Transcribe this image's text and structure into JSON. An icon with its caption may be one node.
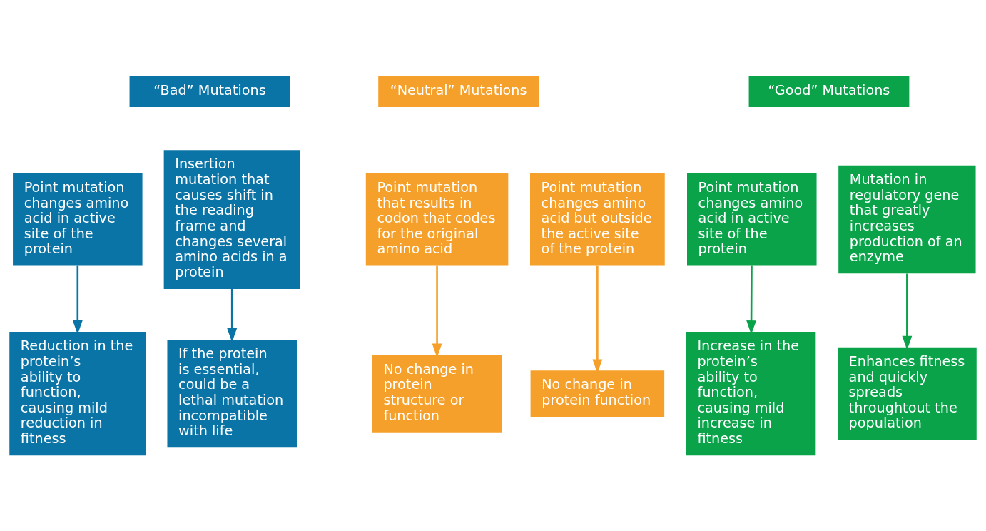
{
  "diagram": {
    "nodes": [
      {
        "text": [
          "“Bad” Mutations"
        ]
      },
      {
        "text": [
          "“Neutral” Mutations"
        ]
      },
      {
        "text": [
          "“Good” Mutations"
        ]
      },
      {
        "text": [
          "Point mutation changes amino acid in active site of the protein"
        ]
      },
      {
        "text": [
          "Insertion mutation that causes shift in the reading frame and changes several amino acids in a protein"
        ]
      },
      {
        "text": [
          "Point mutation that results in codon that codes for the original amino acid"
        ]
      },
      {
        "text": [
          "Point mutation changes amino acid but outside the active site of the protein"
        ]
      },
      {
        "text": [
          "Point mutation changes amino acid in active site of the protein"
        ]
      },
      {
        "text": [
          "Mutation in regulatory gene that greatly increases production of an enzyme"
        ]
      },
      {
        "text": [
          "Reduction in the protein’s ability to function, causing mild reduction in fitness"
        ]
      },
      {
        "text": [
          "If the protein is essential, could be a lethal mutation incompatible with life"
        ]
      },
      {
        "text": [
          "No change in protein structure or function"
        ]
      },
      {
        "text": [
          "No change in protein function"
        ]
      },
      {
        "text": [
          "Increase in the protein’s ability to function, causing mild increase in fitness"
        ]
      },
      {
        "text": [
          "Enhances fitness and quickly spreads throughtout the population"
        ]
      }
    ],
    "edges": [
      {
        "from": 3,
        "to": 9,
        "arrow": "to",
        "color": "#0b74a6"
      },
      {
        "from": 4,
        "to": 10,
        "arrow": "to",
        "color": "#0b74a6"
      },
      {
        "from": 5,
        "to": 11,
        "arrow": "to",
        "color": "#f5a02a"
      },
      {
        "from": 6,
        "to": 12,
        "arrow": "to",
        "color": "#f5a02a"
      },
      {
        "from": 7,
        "to": 13,
        "arrow": "to",
        "color": "#0aa34a"
      },
      {
        "from": 8,
        "to": 14,
        "arrow": "to",
        "color": "#0aa34a"
      }
    ]
  }
}
